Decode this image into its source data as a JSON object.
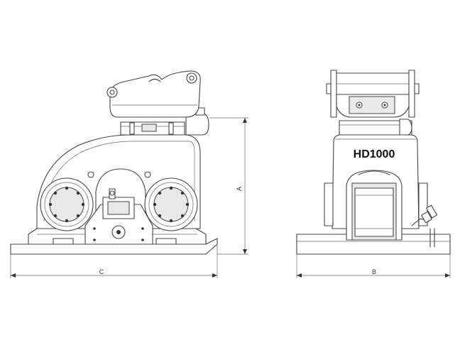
{
  "model": "HD1000",
  "dimensions": {
    "height": "A",
    "width": "B",
    "length": "C"
  }
}
